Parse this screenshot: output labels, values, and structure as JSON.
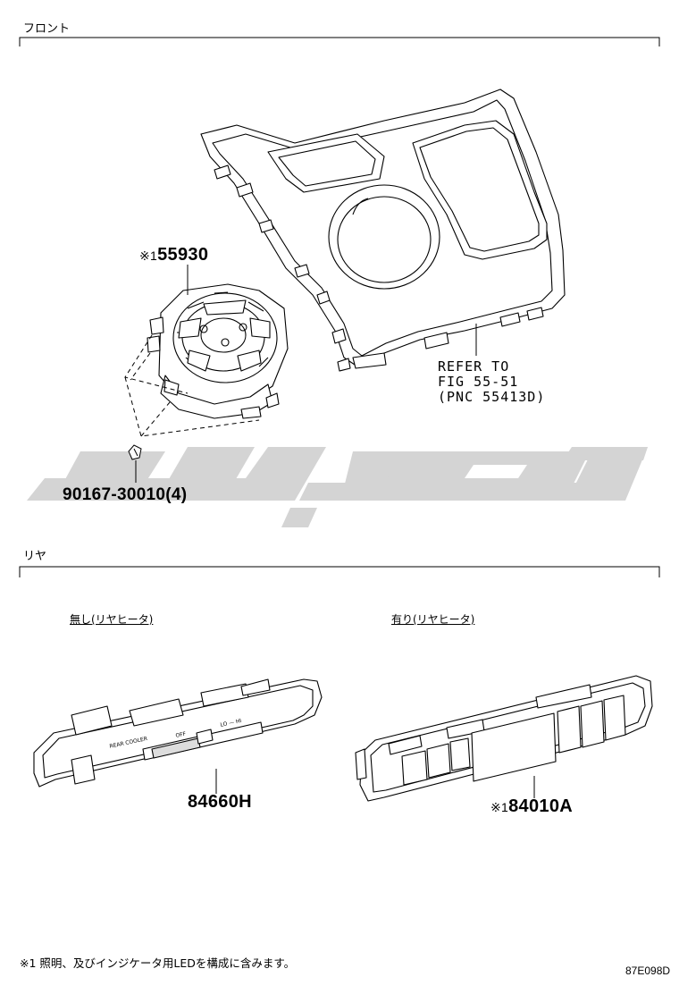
{
  "sections": {
    "front_label": "フロント",
    "rear_label": "リヤ"
  },
  "front": {
    "callout_ref": "※1",
    "part_55930": "55930",
    "refer_line1": "REFER TO",
    "refer_line2": "FIG 55-51",
    "refer_line3": "(PNC 55413D)",
    "screw_part": "90167-30010(4)"
  },
  "rear": {
    "variant_left": "無し(リヤヒータ)",
    "variant_right": "有り(リヤヒータ)",
    "part_left": "84660H",
    "callout_ref": "※1",
    "part_right": "84010A",
    "left_panel_text": "REAR COOLER",
    "left_panel_off": "OFF",
    "left_panel_lohi": "LO — HI"
  },
  "footnote": "※1 照明、及びインジケータ用LEDを構成に含みます。",
  "figure_code": "87E098D",
  "watermark": {
    "color": "#d4d4d4"
  }
}
